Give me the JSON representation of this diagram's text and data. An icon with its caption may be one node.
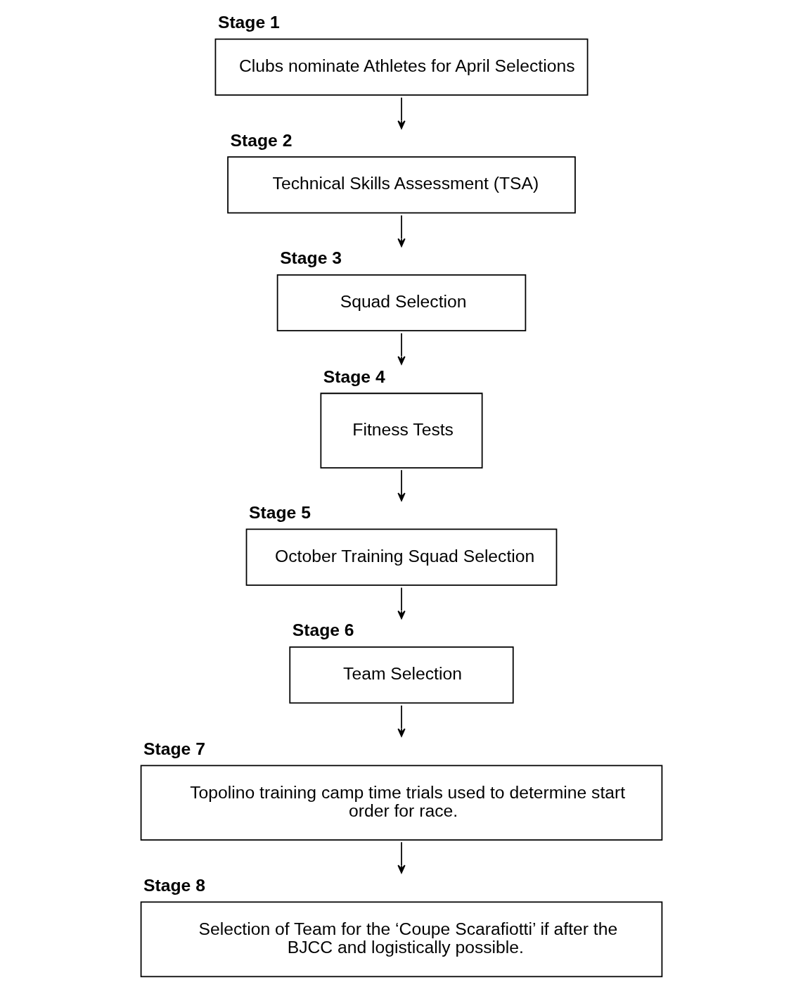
{
  "diagram": {
    "nodes": [
      {
        "text": [
          "Stage 1",
          "Clubs nominate Athletes for April Selections"
        ]
      },
      {
        "text": [
          "Stage 2",
          "Technical Skills Assessment (TSA)"
        ]
      },
      {
        "text": [
          "Stage 3",
          "Squad Selection"
        ]
      },
      {
        "text": [
          "Stage 4",
          "Fitness Tests"
        ]
      },
      {
        "text": [
          "Stage 5",
          "October Training Squad Selection"
        ]
      },
      {
        "text": [
          "Stage 6",
          "Team Selection"
        ]
      },
      {
        "text": [
          "Stage 7",
          "Topolino training camp time trials used to determine start order for race."
        ]
      },
      {
        "text": [
          "Stage 8",
          "Selection of Team for the ‘Coupe Scarafiotti’ if after the BJCC and logistically possible."
        ]
      }
    ],
    "edges": [
      {
        "from": 0,
        "to": 1,
        "arrow": "to"
      },
      {
        "from": 1,
        "to": 2,
        "arrow": "to"
      },
      {
        "from": 2,
        "to": 3,
        "arrow": "to"
      },
      {
        "from": 3,
        "to": 4,
        "arrow": "to"
      },
      {
        "from": 4,
        "to": 5,
        "arrow": "to"
      },
      {
        "from": 5,
        "to": 6,
        "arrow": "to"
      },
      {
        "from": 6,
        "to": 7,
        "arrow": "to"
      }
    ]
  }
}
